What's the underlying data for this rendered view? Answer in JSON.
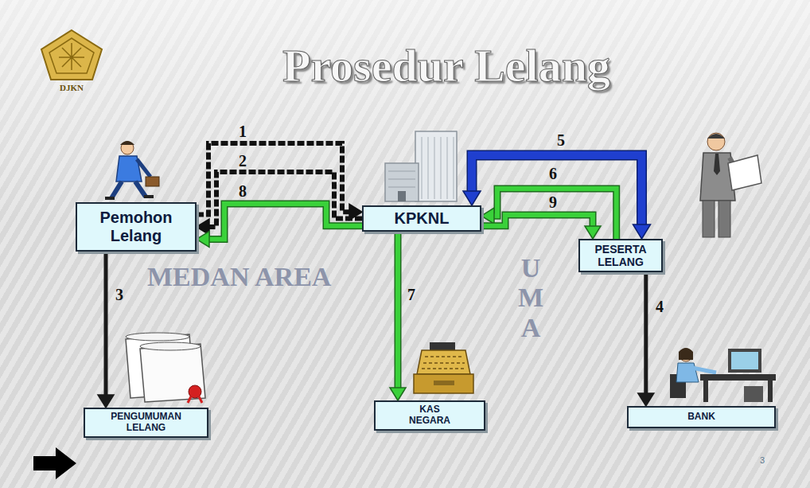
{
  "diagram": {
    "title": "Prosedur Lelang",
    "nodes": [
      {
        "text": [
          "Pemohon Lelang"
        ]
      },
      {
        "text": [
          "KPKNL"
        ]
      },
      {
        "text": [
          "PESERTA LELANG"
        ]
      },
      {
        "text": [
          "PENGUMUMAN LELANG"
        ]
      },
      {
        "text": [
          "KAS NEGARA"
        ]
      },
      {
        "text": [
          "BANK"
        ]
      }
    ],
    "edges": [
      {
        "from": 0,
        "to": 1,
        "arrow": "to",
        "label": "1"
      },
      {
        "from": 1,
        "to": 0,
        "arrow": "to",
        "label": "2"
      },
      {
        "from": 0,
        "to": 3,
        "arrow": "to",
        "label": "3"
      },
      {
        "from": 2,
        "to": 5,
        "arrow": "to",
        "label": "4"
      },
      {
        "from": 1,
        "to": 2,
        "arrow": "both",
        "label": "5"
      },
      {
        "from": 2,
        "to": 1,
        "arrow": "to",
        "label": "6"
      },
      {
        "from": 1,
        "to": 4,
        "arrow": "to",
        "label": "7"
      },
      {
        "from": 1,
        "to": 0,
        "arrow": "to",
        "label": "8"
      },
      {
        "from": 1,
        "to": 2,
        "arrow": "to",
        "label": "9"
      }
    ],
    "labels": [
      "DJKN",
      "UMA",
      "MEDAN AREA",
      "3"
    ]
  }
}
